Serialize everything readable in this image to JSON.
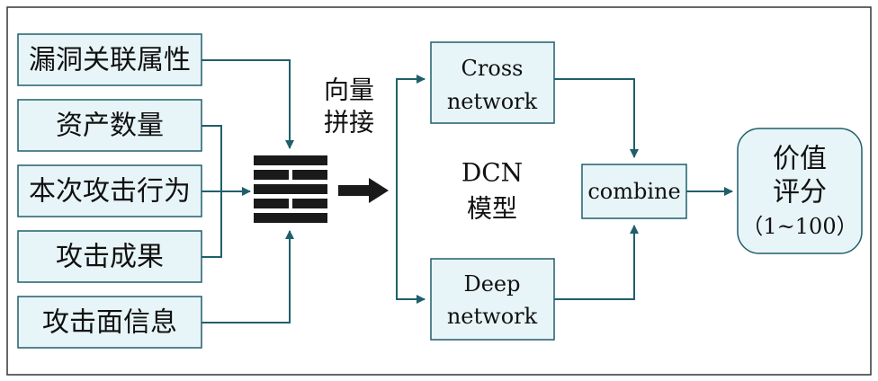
{
  "inputs": {
    "vuln_attr": "漏洞关联属性",
    "asset_count": "资产数量",
    "attack_behavior": "本次攻击行为",
    "attack_result": "攻击成果",
    "attack_surface": "攻击面信息"
  },
  "concat_label": [
    "向量",
    "拼接"
  ],
  "dcn_label": [
    "DCN",
    "模型"
  ],
  "cross_network": [
    "Cross",
    "network"
  ],
  "deep_network": [
    "Deep",
    "network"
  ],
  "combine": "combine",
  "output": [
    "价值",
    "评分",
    "（1~100）"
  ],
  "colors": {
    "box_fill": "#e8f5f8",
    "stroke": "#1f5f6b",
    "block": "#1a1a1a"
  }
}
